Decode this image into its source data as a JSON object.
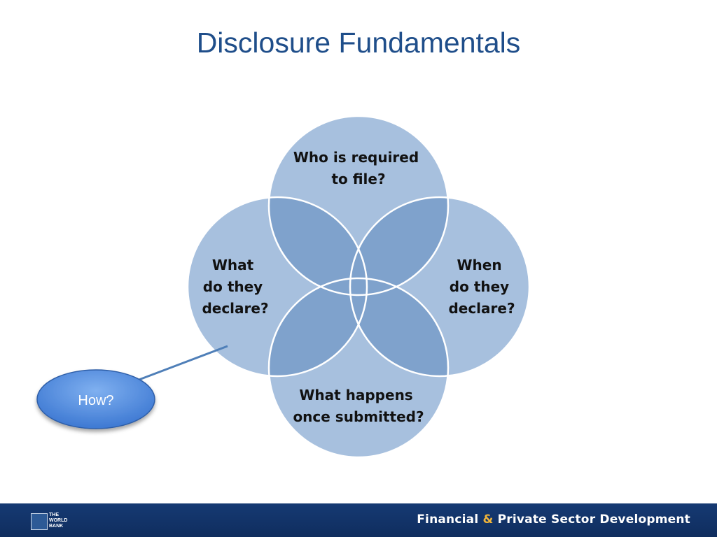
{
  "slide": {
    "title": "Disclosure Fundamentals"
  },
  "circles": {
    "top": {
      "line1": "Who is required",
      "line2": "to file?"
    },
    "left": {
      "line1": "What",
      "line2": "do they",
      "line3": "declare?"
    },
    "right": {
      "line1": "When",
      "line2": "do they",
      "line3": "declare?"
    },
    "bottom": {
      "line1": "What happens",
      "line2": "once submitted?"
    }
  },
  "callout": {
    "label": "How?"
  },
  "footer": {
    "logo_line1": "THE",
    "logo_line2": "WORLD",
    "logo_line3": "BANK",
    "brand_part1": "Financial ",
    "brand_amp": "&",
    "brand_part2": " Private Sector Development"
  },
  "colors": {
    "title": "#1f4e8a",
    "circle_fill": "#a7c0de",
    "overlap_fill": "#7fa2cc",
    "footer_bg": "#163a73",
    "callout_fill": "#4a86dd"
  }
}
